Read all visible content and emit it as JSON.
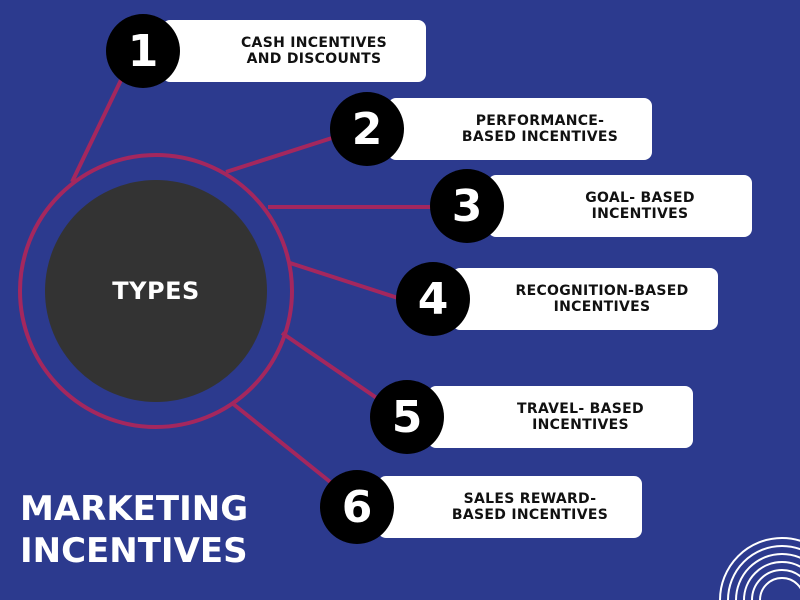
{
  "colors": {
    "background": "#2c3a8e",
    "connector": "#a4275e",
    "hub_fill": "#333333",
    "number_badge": "#000000",
    "card": "#ffffff"
  },
  "hub": {
    "label": "TYPES"
  },
  "title": {
    "line1": "MARKETING",
    "line2": "INCENTIVES"
  },
  "items": [
    {
      "number": "1",
      "label": "CASH INCENTIVES\nAND DISCOUNTS"
    },
    {
      "number": "2",
      "label": "PERFORMANCE-\nBASED INCENTIVES"
    },
    {
      "number": "3",
      "label": "GOAL- BASED\nINCENTIVES"
    },
    {
      "number": "4",
      "label": "RECOGNITION-BASED\nINCENTIVES"
    },
    {
      "number": "5",
      "label": "TRAVEL- BASED\nINCENTIVES"
    },
    {
      "number": "6",
      "label": "SALES REWARD-\nBASED INCENTIVES"
    }
  ],
  "decor": {
    "corner_arcs": "concentric-arcs-icon"
  }
}
